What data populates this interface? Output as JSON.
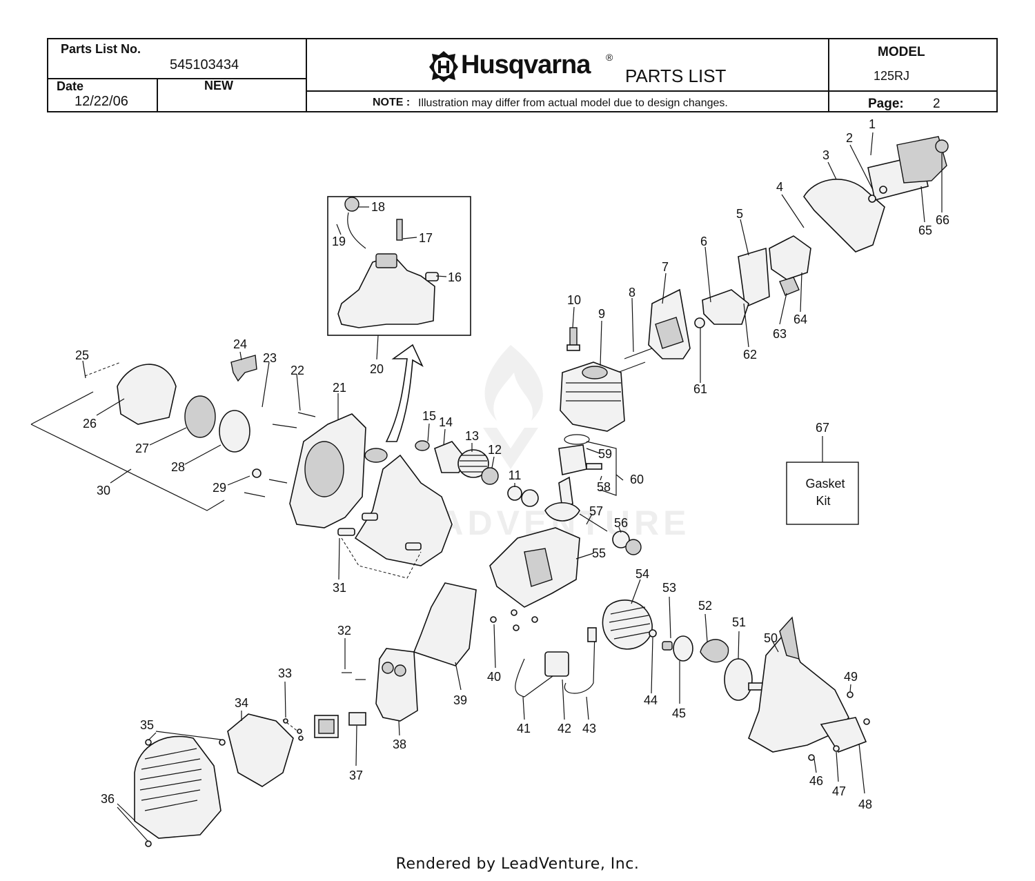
{
  "header": {
    "parts_list_no_label": "Parts List No.",
    "parts_list_no": "545103434",
    "date_label": "Date",
    "date": "12/22/06",
    "status": "NEW",
    "brand": "Husqvarna",
    "registered": "®",
    "doc_title": "PARTS LIST",
    "note_label": "NOTE :",
    "note_text": "Illustration may differ from actual model due to design changes.",
    "model_label": "MODEL",
    "model": "125RJ",
    "page_label": "Page:",
    "page": "2"
  },
  "callouts": [
    "1",
    "2",
    "3",
    "4",
    "5",
    "6",
    "7",
    "8",
    "9",
    "10",
    "11",
    "12",
    "13",
    "14",
    "15",
    "16",
    "17",
    "18",
    "19",
    "20",
    "21",
    "22",
    "23",
    "24",
    "25",
    "26",
    "27",
    "28",
    "29",
    "30",
    "31",
    "32",
    "33",
    "34",
    "35",
    "36",
    "37",
    "38",
    "39",
    "40",
    "41",
    "42",
    "43",
    "44",
    "45",
    "46",
    "47",
    "48",
    "49",
    "50",
    "51",
    "52",
    "53",
    "54",
    "55",
    "56",
    "57",
    "58",
    "59",
    "60",
    "61",
    "62",
    "63",
    "64",
    "65",
    "66",
    "67"
  ],
  "gasket_kit": {
    "line1": "Gasket",
    "line2": "Kit"
  },
  "watermark": "LEADVENTURE",
  "footer": "Rendered by LeadVenture, Inc."
}
